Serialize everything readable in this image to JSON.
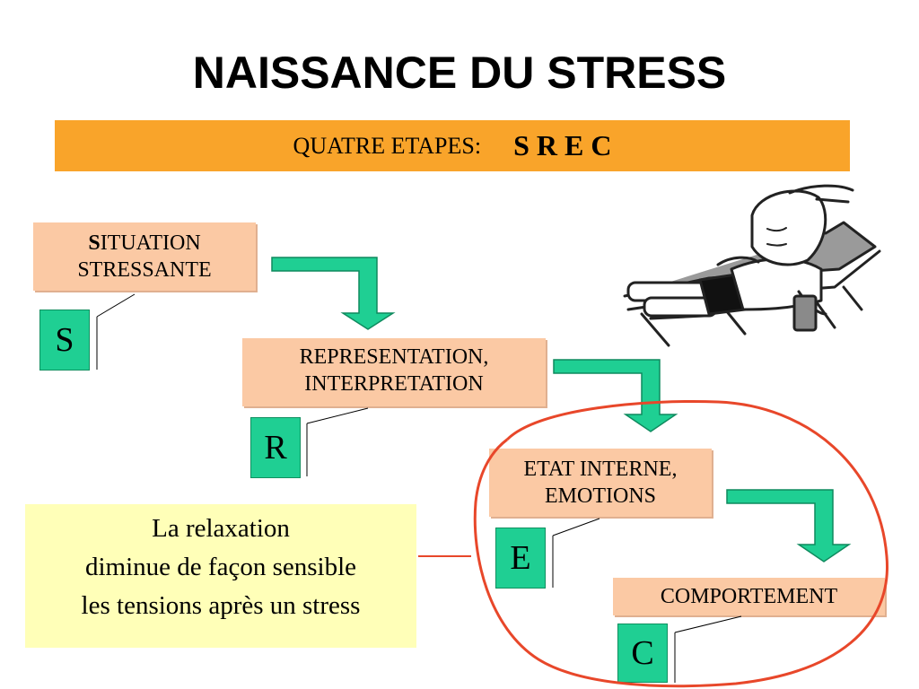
{
  "slide": {
    "title": "NAISSANCE DU STRESS",
    "banner_text": "QUATRE ETAPES:",
    "banner_letters": "S R E C"
  },
  "steps": [
    {
      "first_letter": "S",
      "rest_line1": "ITUATION",
      "line2": "STRESSANTE",
      "letter": "S"
    },
    {
      "line1": "REPRESENTATION,",
      "line2": "INTERPRETATION",
      "letter": "R"
    },
    {
      "line1": "ETAT INTERNE,",
      "line2": "EMOTIONS",
      "letter": "E"
    },
    {
      "line1": "COMPORTEMENT",
      "letter": "C"
    }
  ],
  "note": {
    "line1": "La relaxation",
    "line2": "diminue de façon sensible",
    "line3": "les tensions après un stress"
  },
  "colors": {
    "banner": "#f9a42a",
    "step_box": "#fbc9a4",
    "letter_box": "#1fcf93",
    "arrow": "#1fcf93",
    "note_box": "#ffffb8",
    "circle": "#e8472a"
  },
  "illustration": "person-relaxing-on-deckchair-icon"
}
